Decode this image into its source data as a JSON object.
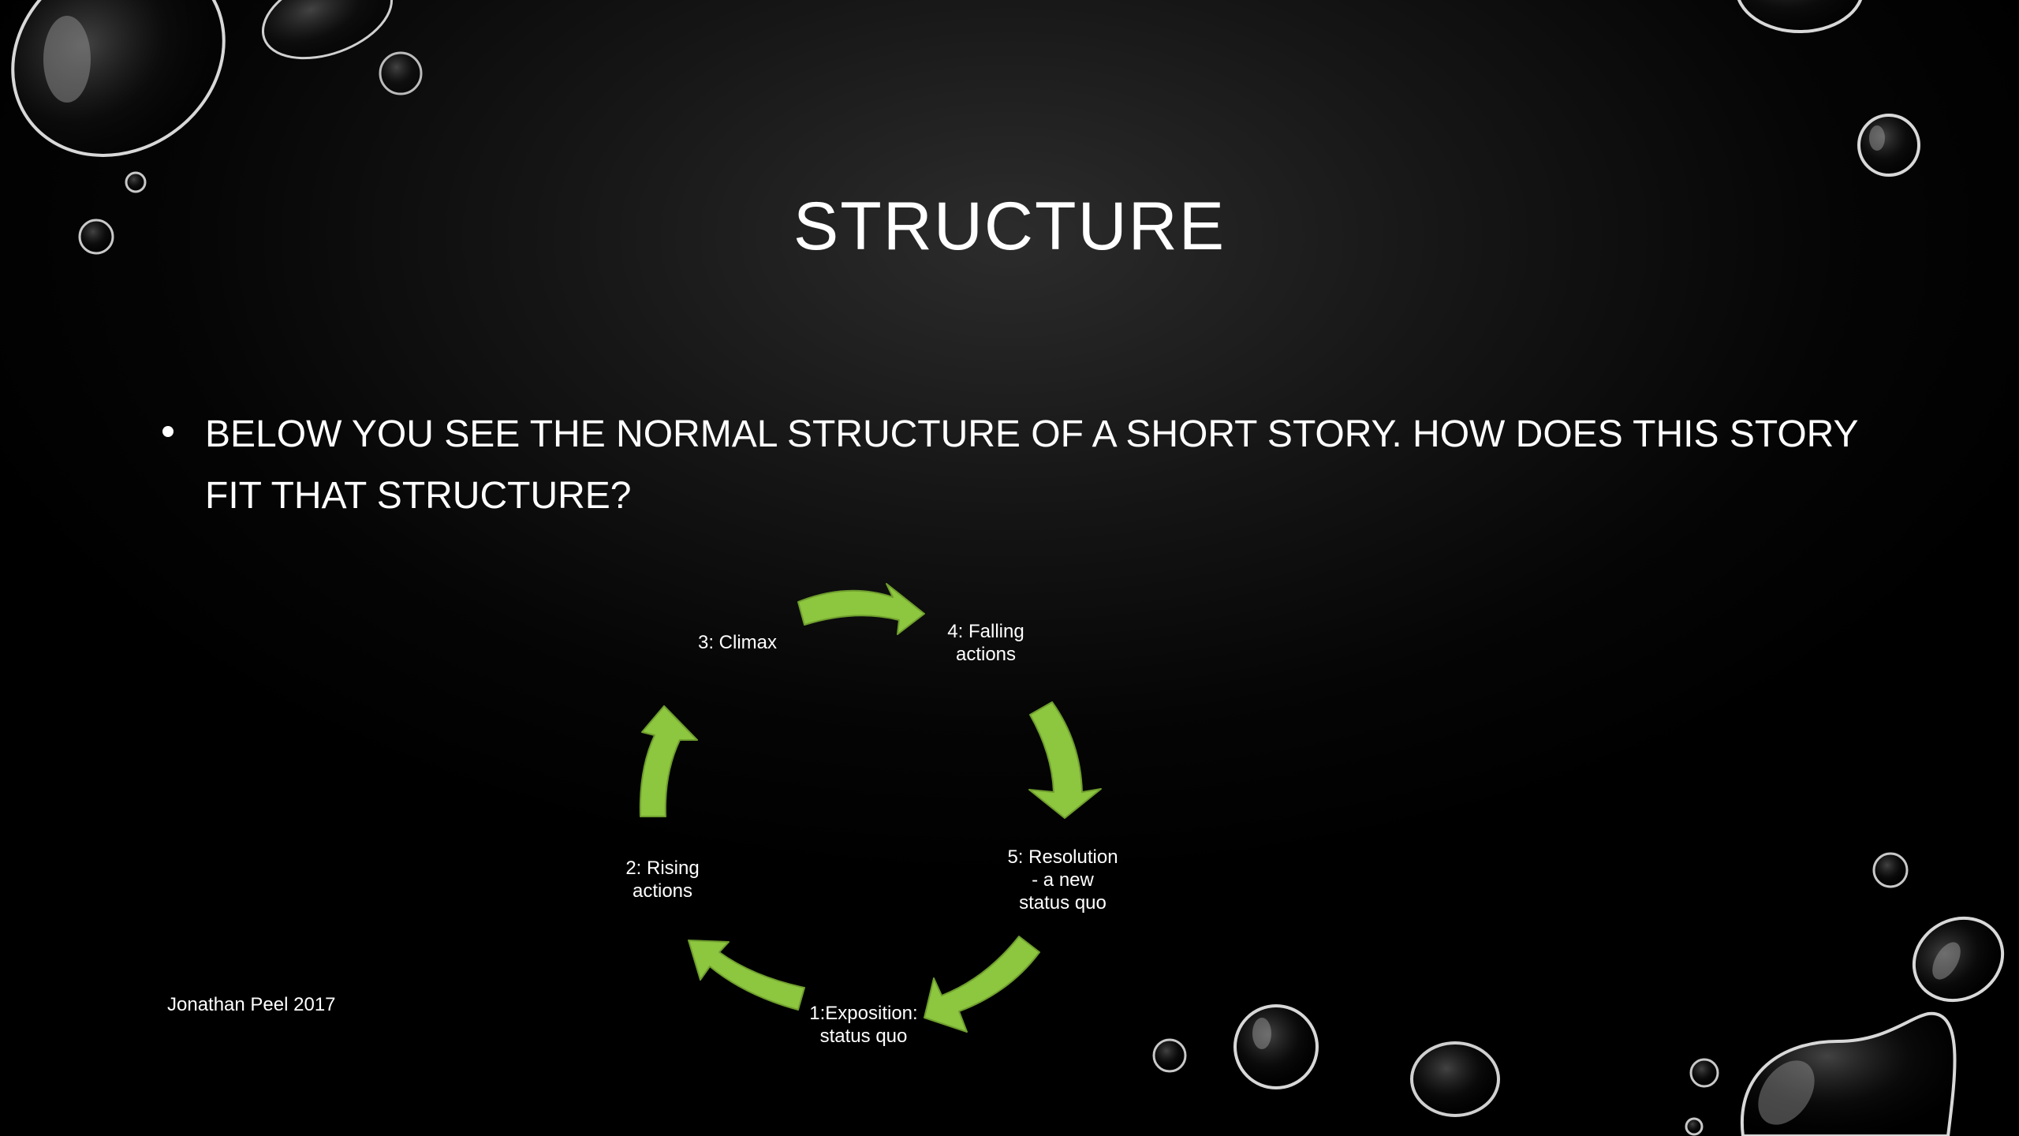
{
  "slide": {
    "title": "Structure",
    "bullet": "Below you see the normal structure of a short story.  How does this story fit that structure?",
    "footer": "Jonathan Peel 2017"
  },
  "cycle_diagram": {
    "stages": [
      {
        "id": "stage-1",
        "label": "1:Exposition:\nstatus quo"
      },
      {
        "id": "stage-2",
        "label": "2: Rising\nactions"
      },
      {
        "id": "stage-3",
        "label": "3: Climax"
      },
      {
        "id": "stage-4",
        "label": "4: Falling\nactions"
      },
      {
        "id": "stage-5",
        "label": "5: Resolution\n-  a new\nstatus quo"
      }
    ],
    "arrow_color": "#8dc63f"
  },
  "colors": {
    "background": "#000000",
    "text": "#ffffff",
    "accent": "#8dc63f"
  },
  "decorations": {
    "background_icon": "water-droplets"
  }
}
